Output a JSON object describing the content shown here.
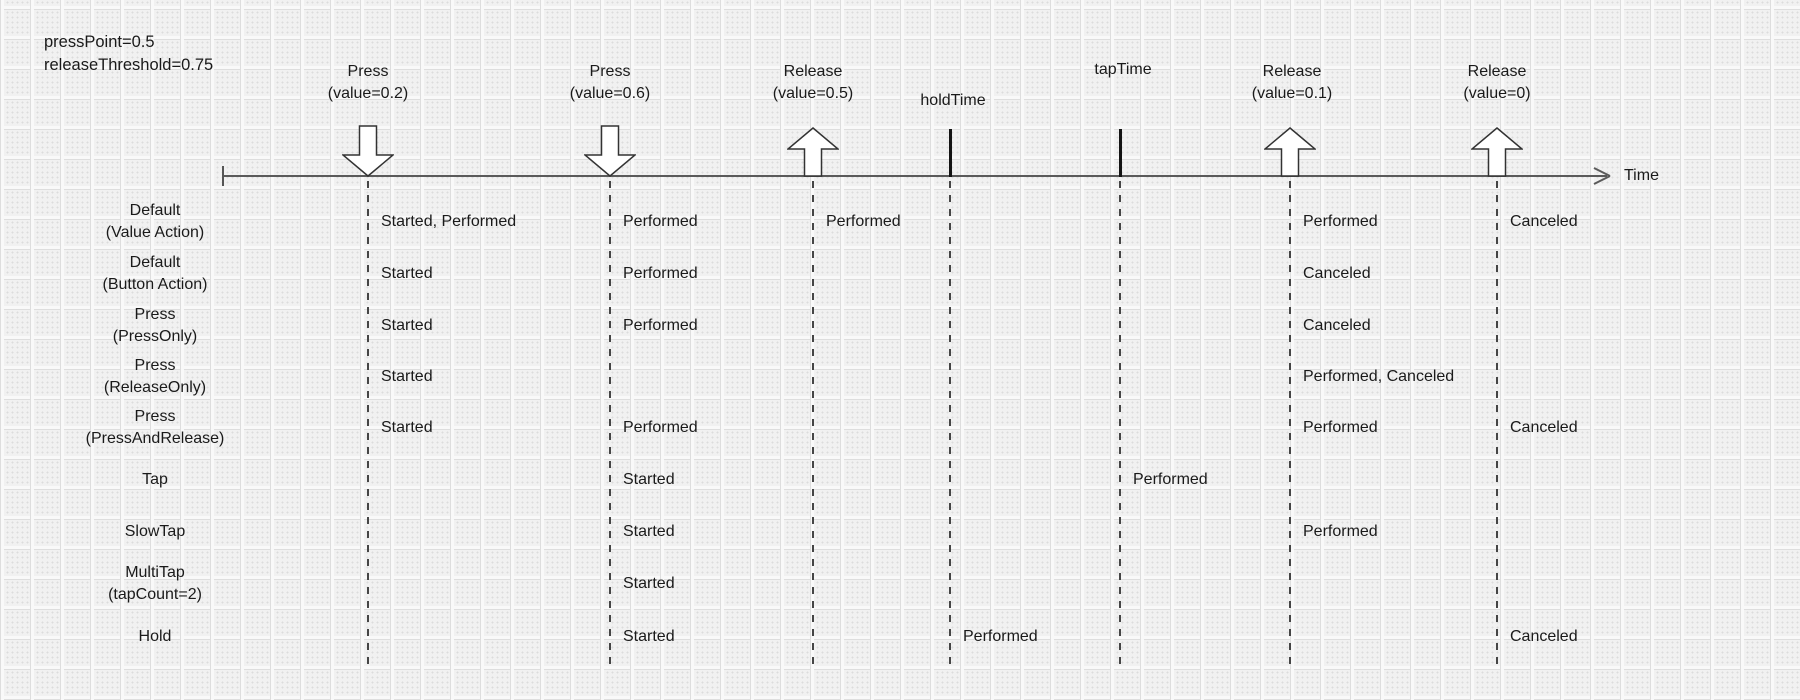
{
  "annotation": {
    "text": "pressPoint=0.5\nreleaseThreshold=0.75"
  },
  "timeline": {
    "axis_label": "Time"
  },
  "events": [
    {
      "name": "press-0.2",
      "label": "Press\n(value=0.2)",
      "marker": "down-arrow"
    },
    {
      "name": "press-0.6",
      "label": "Press\n(value=0.6)",
      "marker": "down-arrow"
    },
    {
      "name": "release-0.5",
      "label": "Release\n(value=0.5)",
      "marker": "up-arrow"
    },
    {
      "name": "holdTime",
      "label": "holdTime",
      "marker": "tick"
    },
    {
      "name": "tapTime",
      "label": "tapTime",
      "marker": "tick"
    },
    {
      "name": "release-0.1",
      "label": "Release\n(value=0.1)",
      "marker": "up-arrow"
    },
    {
      "name": "release-0",
      "label": "Release\n(value=0)",
      "marker": "up-arrow"
    }
  ],
  "rows": [
    {
      "label": "Default\n(Value Action)",
      "cells": [
        {
          "at": "press-0.2",
          "text": "Started, Performed"
        },
        {
          "at": "press-0.6",
          "text": "Performed"
        },
        {
          "at": "release-0.5",
          "text": "Performed"
        },
        {
          "at": "release-0.1",
          "text": "Performed"
        },
        {
          "at": "release-0",
          "text": "Canceled"
        }
      ]
    },
    {
      "label": "Default\n(Button Action)",
      "cells": [
        {
          "at": "press-0.2",
          "text": "Started"
        },
        {
          "at": "press-0.6",
          "text": "Performed"
        },
        {
          "at": "release-0.1",
          "text": "Canceled"
        }
      ]
    },
    {
      "label": "Press\n(PressOnly)",
      "cells": [
        {
          "at": "press-0.2",
          "text": "Started"
        },
        {
          "at": "press-0.6",
          "text": "Performed"
        },
        {
          "at": "release-0.1",
          "text": "Canceled"
        }
      ]
    },
    {
      "label": "Press\n(ReleaseOnly)",
      "cells": [
        {
          "at": "press-0.2",
          "text": "Started"
        },
        {
          "at": "release-0.1",
          "text": "Performed, Canceled"
        }
      ]
    },
    {
      "label": "Press\n(PressAndRelease)",
      "cells": [
        {
          "at": "press-0.2",
          "text": "Started"
        },
        {
          "at": "press-0.6",
          "text": "Performed"
        },
        {
          "at": "release-0.1",
          "text": "Performed"
        },
        {
          "at": "release-0",
          "text": "Canceled"
        }
      ]
    },
    {
      "label": "Tap",
      "cells": [
        {
          "at": "press-0.6",
          "text": "Started"
        },
        {
          "at": "tapTime",
          "text": "Performed"
        }
      ]
    },
    {
      "label": "SlowTap",
      "cells": [
        {
          "at": "press-0.6",
          "text": "Started"
        },
        {
          "at": "release-0.1",
          "text": "Performed"
        }
      ]
    },
    {
      "label": "MultiTap\n(tapCount=2)",
      "cells": [
        {
          "at": "press-0.6",
          "text": "Started"
        }
      ]
    },
    {
      "label": "Hold",
      "cells": [
        {
          "at": "press-0.6",
          "text": "Started"
        },
        {
          "at": "holdTime",
          "text": "Performed"
        },
        {
          "at": "release-0",
          "text": "Canceled"
        }
      ]
    }
  ],
  "colors": {
    "background": "#f1f1f1",
    "grid_line": "#dedede",
    "grid_dot": "#dcdcdc",
    "text": "#1a1a1a",
    "axis": "#5a5a5a",
    "marker_outline": "#333333",
    "marker_fill": "#ffffff",
    "guide_dash": "#454545"
  }
}
